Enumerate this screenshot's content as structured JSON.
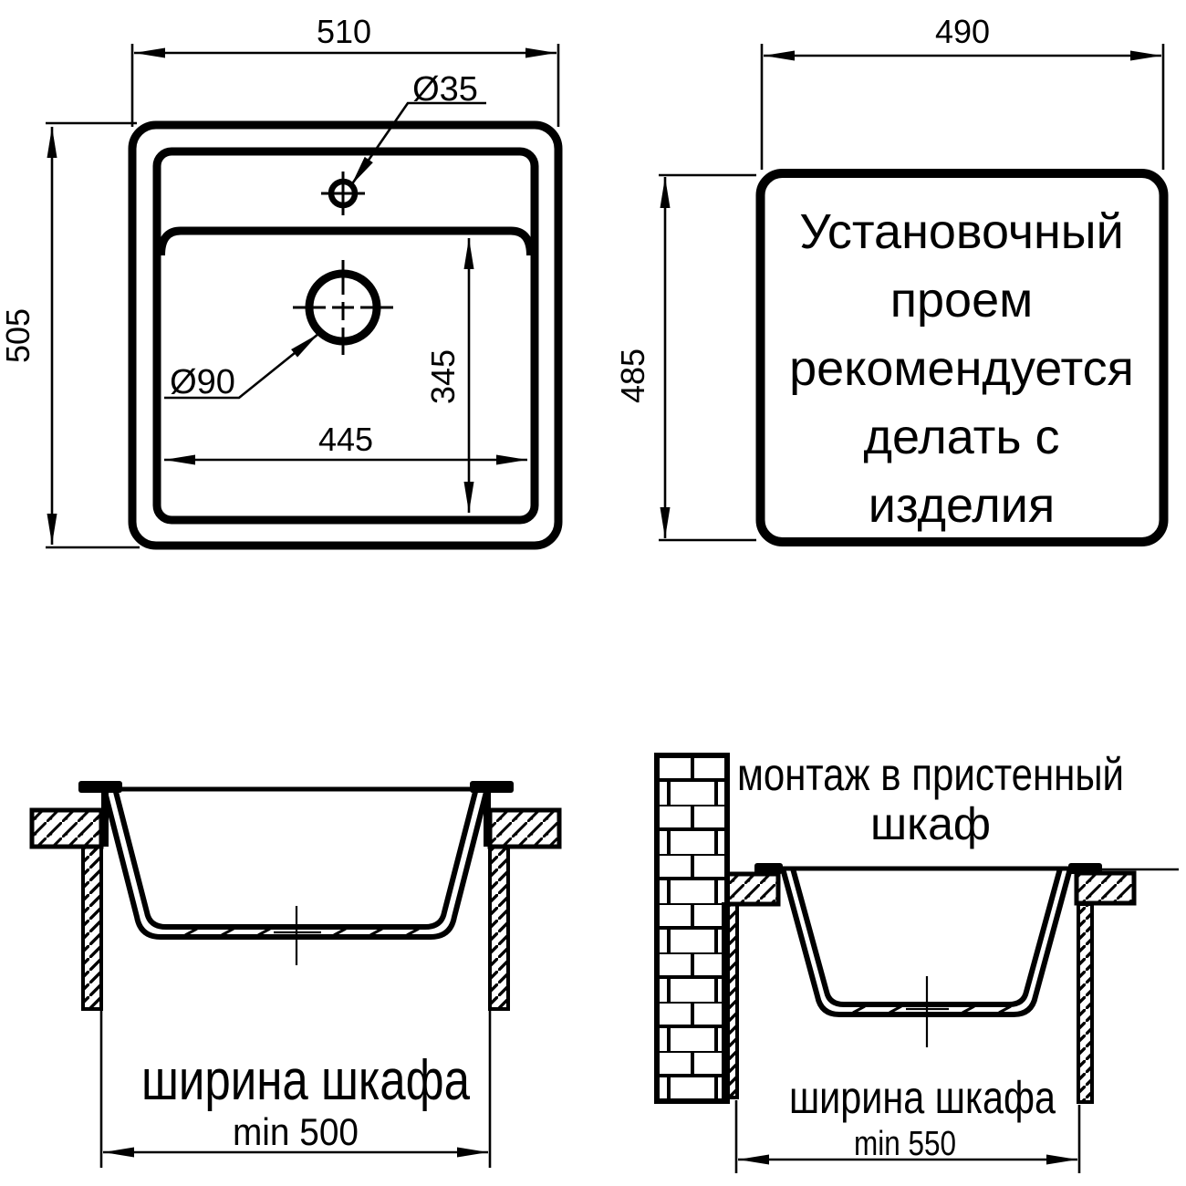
{
  "top_view": {
    "width_dim": "510",
    "height_dim": "505",
    "faucet_hole_dim": "Ø35",
    "drain_dim": "Ø90",
    "bowl_width_dim": "445",
    "bowl_depth_dim": "345"
  },
  "cutout_view": {
    "width_dim": "490",
    "height_dim": "485",
    "note_lines": [
      "Установочный",
      "проем",
      "рекомендуется",
      "делать с",
      "изделия"
    ]
  },
  "section_standard": {
    "label": "ширина шкафа",
    "min_width": "min 500"
  },
  "section_wall_cabinet": {
    "title_line1": "монтаж в пристенный",
    "title_line2": "шкаф",
    "label": "ширина шкафа",
    "min_width": "min 550"
  },
  "colors": {
    "line": "#000000",
    "background": "#ffffff"
  }
}
